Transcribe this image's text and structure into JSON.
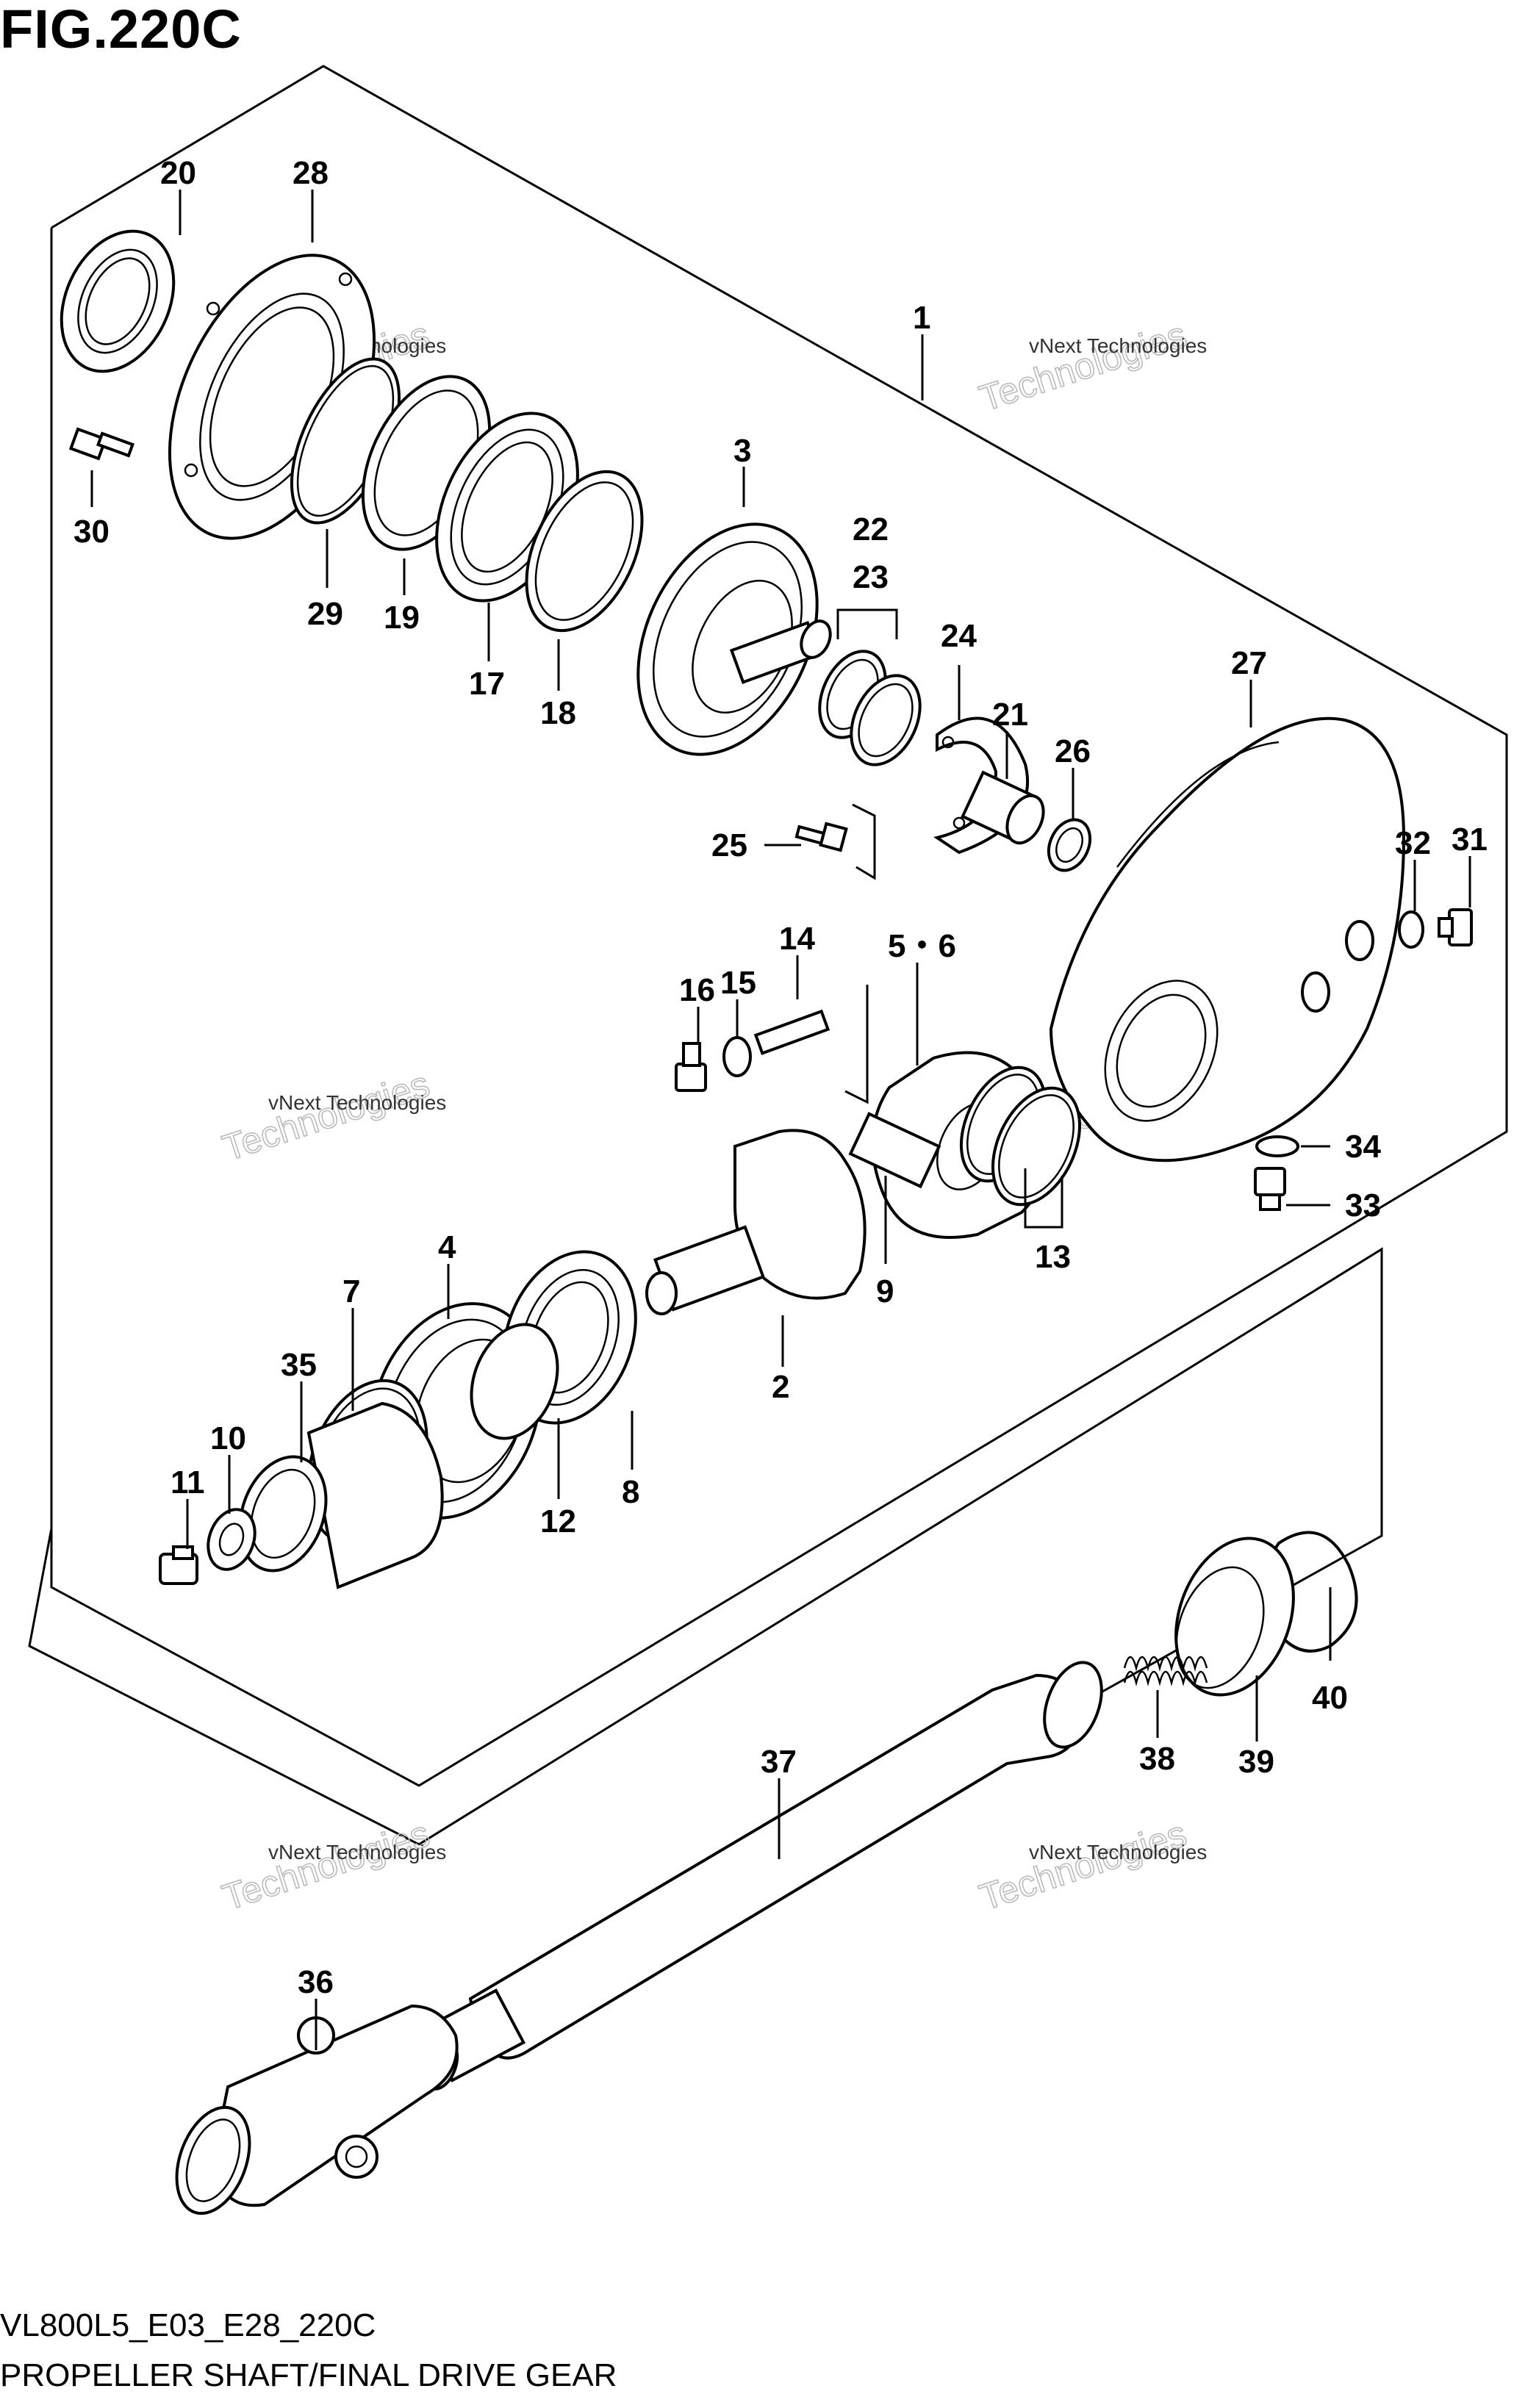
{
  "figure": {
    "title": "FIG.220C",
    "code": "VL800L5_E03_E28_220C",
    "caption": "PROPELLER SHAFT/FINAL DRIVE GEAR"
  },
  "callouts": [
    {
      "id": "c1",
      "text": "1"
    },
    {
      "id": "c2",
      "text": "2"
    },
    {
      "id": "c3",
      "text": "3"
    },
    {
      "id": "c4",
      "text": "4"
    },
    {
      "id": "c56",
      "text": "5・6"
    },
    {
      "id": "c7",
      "text": "7"
    },
    {
      "id": "c8",
      "text": "8"
    },
    {
      "id": "c9",
      "text": "9"
    },
    {
      "id": "c10",
      "text": "10"
    },
    {
      "id": "c11",
      "text": "11"
    },
    {
      "id": "c12",
      "text": "12"
    },
    {
      "id": "c13",
      "text": "13"
    },
    {
      "id": "c14",
      "text": "14"
    },
    {
      "id": "c15",
      "text": "15"
    },
    {
      "id": "c16",
      "text": "16"
    },
    {
      "id": "c17",
      "text": "17"
    },
    {
      "id": "c18",
      "text": "18"
    },
    {
      "id": "c19",
      "text": "19"
    },
    {
      "id": "c20",
      "text": "20"
    },
    {
      "id": "c21",
      "text": "21"
    },
    {
      "id": "c22",
      "text": "22"
    },
    {
      "id": "c23",
      "text": "23"
    },
    {
      "id": "c24",
      "text": "24"
    },
    {
      "id": "c25",
      "text": "25"
    },
    {
      "id": "c26",
      "text": "26"
    },
    {
      "id": "c27",
      "text": "27"
    },
    {
      "id": "c28",
      "text": "28"
    },
    {
      "id": "c29",
      "text": "29"
    },
    {
      "id": "c30",
      "text": "30"
    },
    {
      "id": "c31",
      "text": "31"
    },
    {
      "id": "c32",
      "text": "32"
    },
    {
      "id": "c33",
      "text": "33"
    },
    {
      "id": "c34",
      "text": "34"
    },
    {
      "id": "c35",
      "text": "35"
    },
    {
      "id": "c36",
      "text": "36"
    },
    {
      "id": "c37",
      "text": "37"
    },
    {
      "id": "c38",
      "text": "38"
    },
    {
      "id": "c39",
      "text": "39"
    },
    {
      "id": "c40",
      "text": "40"
    }
  ],
  "watermark": {
    "small": "vNext Technologies",
    "large": "Technologies"
  }
}
